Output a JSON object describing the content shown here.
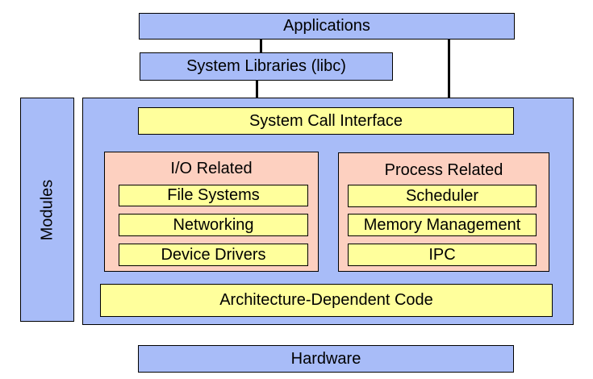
{
  "diagram": {
    "applications": "Applications",
    "system_libraries": "System Libraries (libc)",
    "modules": "Modules",
    "system_call_interface": "System Call Interface",
    "io_related": {
      "title": "I/O Related",
      "items": [
        "File Systems",
        "Networking",
        "Device Drivers"
      ]
    },
    "process_related": {
      "title": "Process Related",
      "items": [
        "Scheduler",
        "Memory Management",
        "IPC"
      ]
    },
    "architecture_code": "Architecture-Dependent Code",
    "hardware": "Hardware"
  },
  "colors": {
    "blue": "#a8bcf8",
    "yellow": "#ffff9c",
    "pink": "#fdd0c0"
  }
}
